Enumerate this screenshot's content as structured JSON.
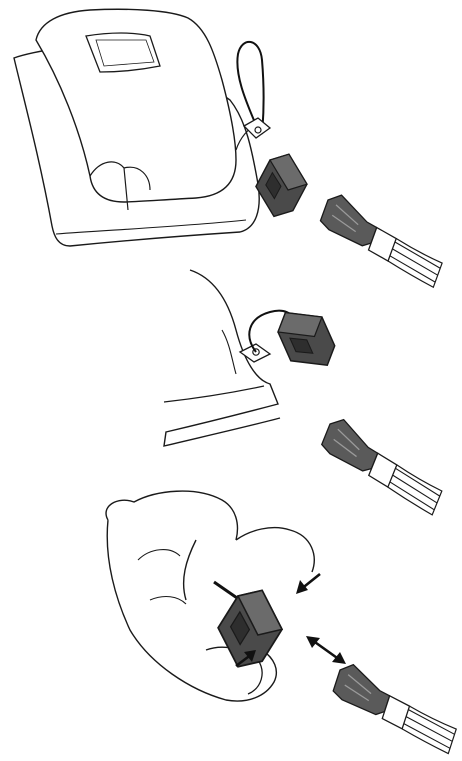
{
  "colors": {
    "outline": "#1a1a1a",
    "clip_fill": "#4a4a4a",
    "clip_highlight": "#6b6b6b",
    "clip_shadow": "#2e2e2e",
    "device_fill": "#ffffff",
    "cord": "#111111",
    "arrow": "#111111"
  },
  "steps": [
    {
      "id": "step-1",
      "description_icon": "attach-lanyard-to-device"
    },
    {
      "id": "step-2",
      "description_icon": "lanyard-attached"
    },
    {
      "id": "step-3",
      "description_icon": "squeeze-and-release-clip"
    }
  ]
}
